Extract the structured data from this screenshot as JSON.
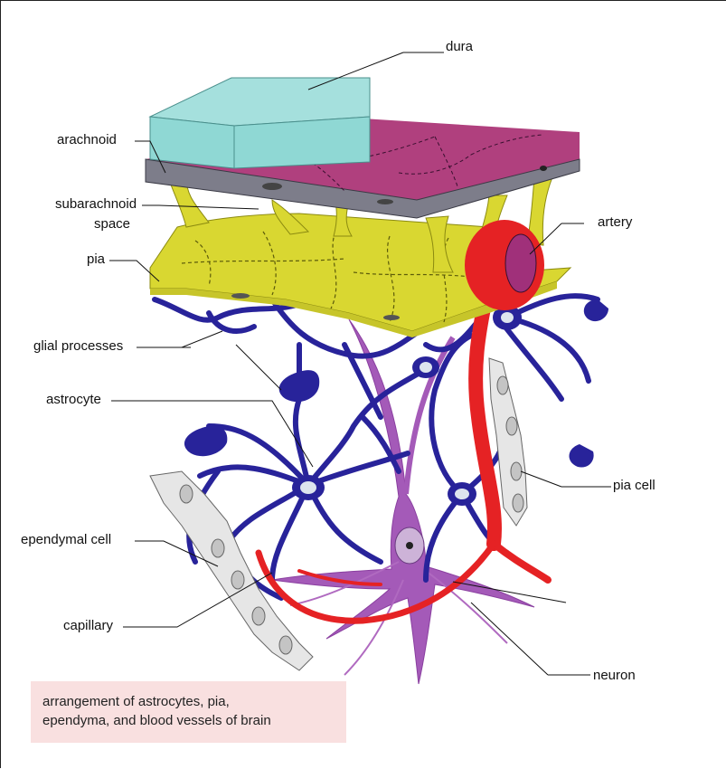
{
  "labels": {
    "dura": "dura",
    "arachnoid": "arachnoid",
    "subarachnoid_1": "subarachnoid",
    "subarachnoid_2": "space",
    "pia": "pia",
    "glial_processes": "glial processes",
    "astrocyte": "astrocyte",
    "ependymal_cell": "ependymal cell",
    "capillary": "capillary",
    "artery": "artery",
    "pia_cell": "pia cell",
    "neuron": "neuron"
  },
  "caption": {
    "line1": "arrangement of astrocytes, pia,",
    "line2": "ependyma,  and blood vessels of brain"
  },
  "colors": {
    "dura": "#8fd8d4",
    "arachnoid_top": "#b0407e",
    "arachnoid_edge": "#7d7d8a",
    "pia": "#d9d731",
    "glia": "#28239a",
    "artery": "#e52224",
    "artery_lumen": "#a0307a",
    "neuron": "#a45ab8",
    "caption_bg": "#f9e0e0"
  }
}
